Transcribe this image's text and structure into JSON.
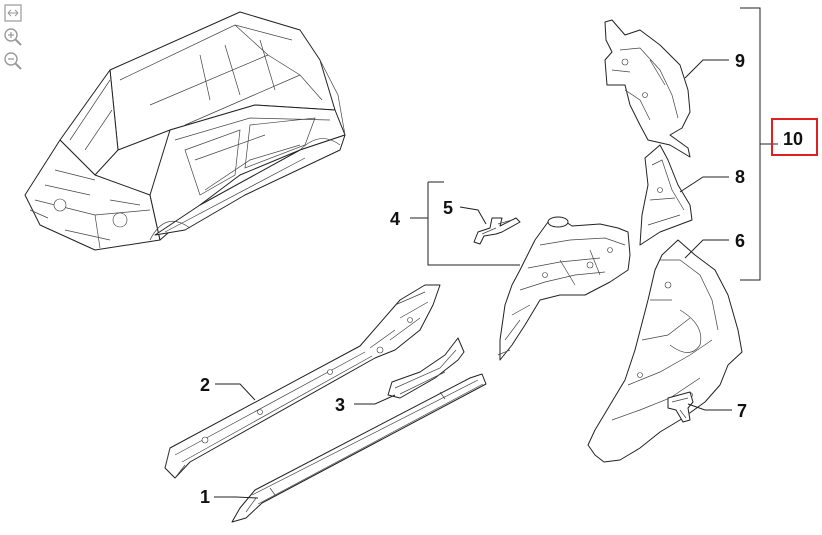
{
  "toolbar": {
    "tools": [
      {
        "name": "fit-to-screen-icon"
      },
      {
        "name": "zoom-in-icon"
      },
      {
        "name": "zoom-out-icon"
      }
    ]
  },
  "callouts": {
    "c1": "1",
    "c2": "2",
    "c3": "3",
    "c4": "4",
    "c5": "5",
    "c6": "6",
    "c7": "7",
    "c8": "8",
    "c9": "9",
    "c10": "10"
  },
  "colors": {
    "highlight_box": "#e02020",
    "line": "#222222"
  }
}
